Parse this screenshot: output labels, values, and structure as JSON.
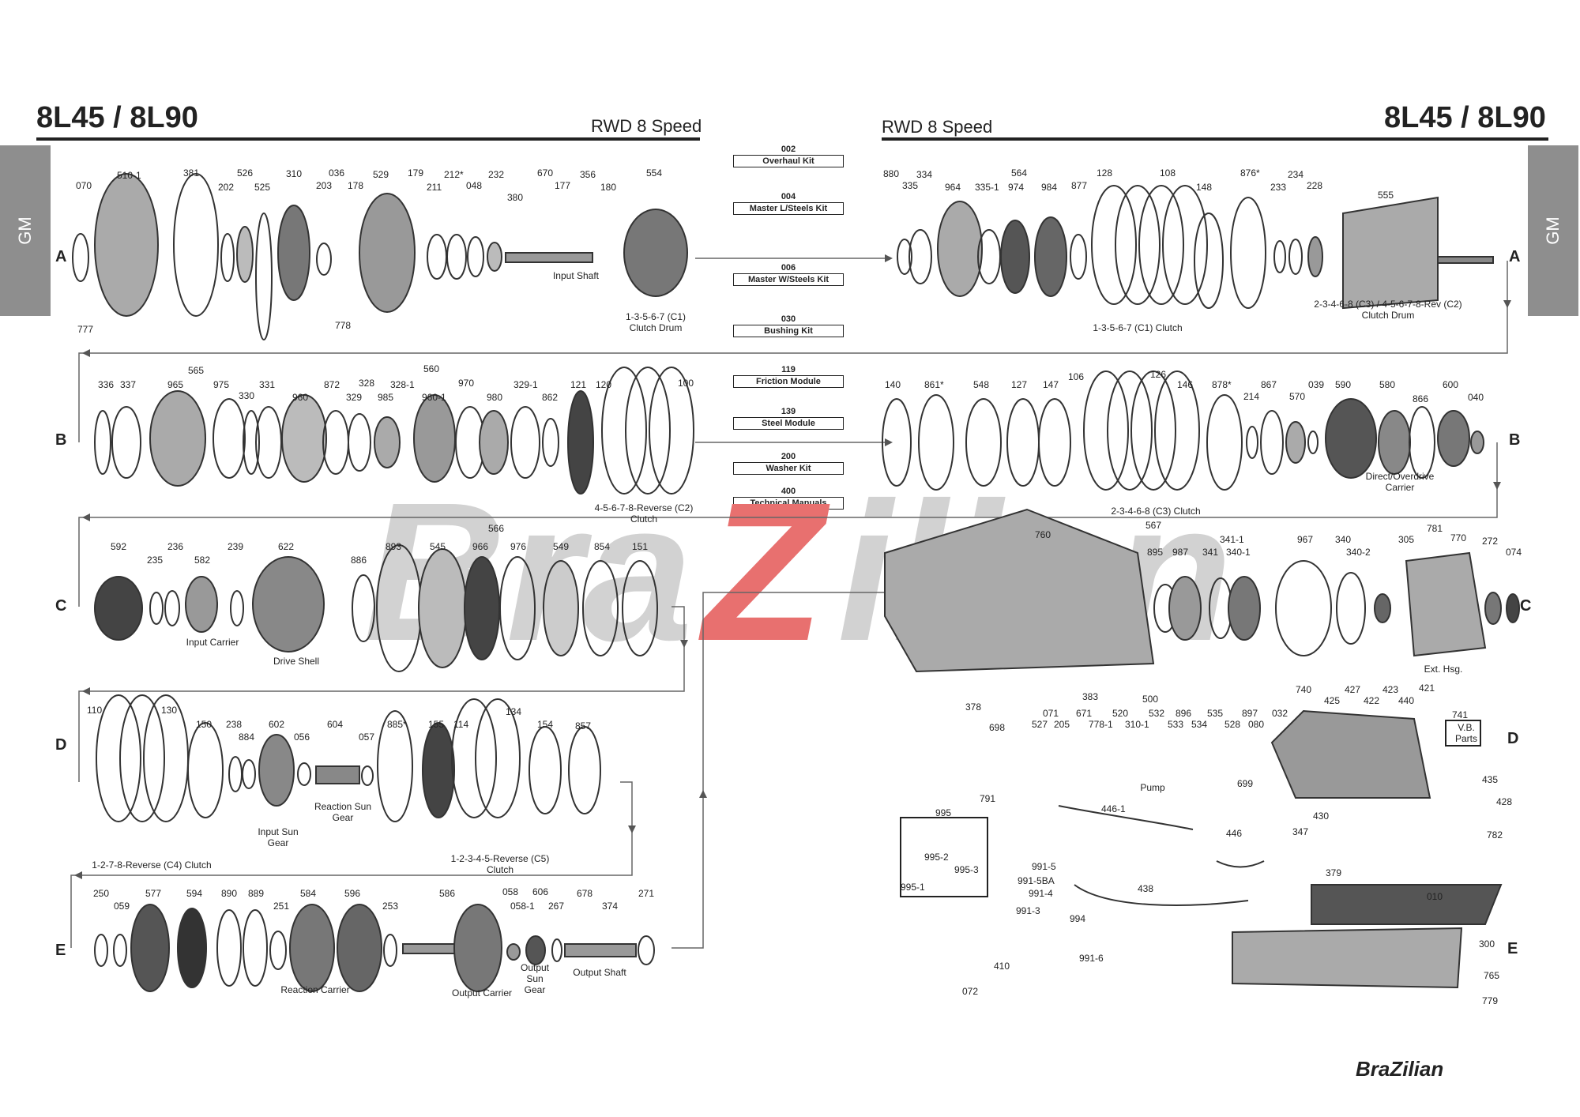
{
  "header": {
    "left_title": "8L45 / 8L90",
    "left_sub": "RWD 8 Speed",
    "right_sub": "RWD 8 Speed",
    "right_title": "8L45 / 8L90",
    "tab_left": "GM",
    "tab_right": "GM"
  },
  "kits": [
    {
      "num": "002",
      "label": "Overhaul Kit"
    },
    {
      "num": "004",
      "label": "Master L/Steels Kit"
    },
    {
      "num": "006",
      "label": "Master W/Steels Kit"
    },
    {
      "num": "030",
      "label": "Bushing Kit"
    },
    {
      "num": "119",
      "label": "Friction Module"
    },
    {
      "num": "139",
      "label": "Steel Module"
    },
    {
      "num": "200",
      "label": "Washer Kit"
    },
    {
      "num": "400",
      "label": "Technical Manuals"
    }
  ],
  "rows": [
    "A",
    "B",
    "C",
    "D",
    "E"
  ],
  "part_numbers": [
    "070",
    "510-1",
    "381",
    "202",
    "526",
    "525",
    "310",
    "203",
    "036",
    "178",
    "529",
    "179",
    "211",
    "212*",
    "048",
    "232",
    "380",
    "670",
    "177",
    "356",
    "180",
    "554",
    "777",
    "778",
    "880",
    "335",
    "334",
    "564",
    "964",
    "335-1",
    "974",
    "984",
    "877",
    "128",
    "108",
    "148",
    "876*",
    "233",
    "234",
    "228",
    "555",
    "336",
    "337",
    "565",
    "965",
    "975",
    "330",
    "331",
    "560",
    "960",
    "872",
    "328",
    "329",
    "328-1",
    "985",
    "960-1",
    "970",
    "980",
    "329-1",
    "862",
    "121",
    "120",
    "100",
    "140",
    "861*",
    "548",
    "127",
    "147",
    "106",
    "126",
    "146",
    "878*",
    "214",
    "867",
    "570",
    "039",
    "590",
    "580",
    "866",
    "600",
    "040",
    "592",
    "235",
    "236",
    "582",
    "239",
    "622",
    "886",
    "893",
    "545",
    "566",
    "966",
    "976",
    "549",
    "854",
    "151",
    "760",
    "567",
    "895",
    "987",
    "341",
    "341-1",
    "340-1",
    "967",
    "340",
    "340-2",
    "272",
    "305",
    "781",
    "770",
    "074",
    "110",
    "130",
    "150",
    "238",
    "884",
    "602",
    "056",
    "604",
    "057",
    "885*",
    "155",
    "114",
    "134",
    "154",
    "857",
    "378",
    "383",
    "698",
    "500",
    "071",
    "527",
    "205",
    "671",
    "778-1",
    "520",
    "310-1",
    "532",
    "533",
    "896",
    "534",
    "535",
    "528",
    "897",
    "080",
    "032",
    "699",
    "740",
    "427",
    "425",
    "422",
    "423",
    "440",
    "421",
    "741",
    "435",
    "428",
    "430",
    "791",
    "782",
    "995",
    "995-2",
    "995-3",
    "995-1",
    "446-1",
    "446",
    "347",
    "379",
    "991-5",
    "991-5BA",
    "991-4",
    "991-3",
    "438",
    "994",
    "991-6",
    "410",
    "072",
    "010",
    "300",
    "765",
    "779",
    "250",
    "059",
    "577",
    "594",
    "890",
    "889",
    "251",
    "584",
    "596",
    "253",
    "586",
    "058",
    "058-1",
    "606",
    "267",
    "678",
    "374",
    "271"
  ],
  "captions": {
    "input_shaft": "Input Shaft",
    "c1_drum": "1-3-5-6-7 (C1) Clutch Drum",
    "c1_clutch": "1-3-5-6-7 (C1) Clutch",
    "c3c2_drum": "2-3-4-6-8 (C3) / 4-5-6-7-8-Rev (C2) Clutch Drum",
    "c2_clutch": "4-5-6-7-8-Reverse (C2) Clutch",
    "c3_clutch": "2-3-4-6-8 (C3) Clutch",
    "direct_od": "Direct/Overdrive Carrier",
    "input_carrier": "Input Carrier",
    "drive_shell": "Drive Shell",
    "ext_hsg": "Ext. Hsg.",
    "input_sun": "Input Sun Gear",
    "reaction_sun": "Reaction Sun Gear",
    "c4_clutch": "1-2-7-8-Reverse (C4) Clutch",
    "c5_clutch": "1-2-3-4-5-Reverse (C5) Clutch",
    "pump": "Pump",
    "vb_parts": "V.B. Parts",
    "reaction_carrier": "Reaction Carrier",
    "output_carrier": "Output Carrier",
    "output_sun": "Output Sun Gear",
    "output_shaft": "Output Shaft"
  },
  "brand": "BraZilian",
  "colors": {
    "watermark_gray": "#c8c8c8",
    "watermark_red": "#e0403f",
    "tab_gray": "#8e8e8e"
  }
}
